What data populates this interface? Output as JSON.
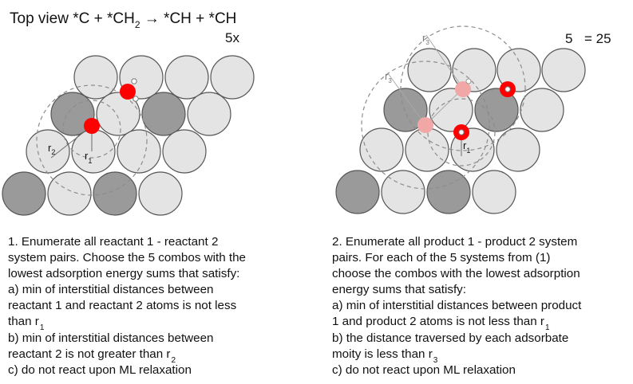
{
  "title": {
    "prefix": "Top view *C + *CH",
    "sub": "2",
    "suffix": " → *CH + *CH"
  },
  "multiplier_left": "5x",
  "multiplier_right": {
    "a": "5",
    "b": "= 25"
  },
  "labels": {
    "r1": "r",
    "r1_sub": "1",
    "r2": "r",
    "r2_sub": "2",
    "r3": "r",
    "r3_sub": "3"
  },
  "colors": {
    "light_atom": "#e4e4e4",
    "dark_atom": "#9a9a9a",
    "adsorbate_red": "#ff0000",
    "adsorbate_faded": "#f2a7a7"
  },
  "left_text": {
    "l1": "1. Enumerate all reactant 1 - reactant 2",
    "l2": "system pairs. Choose the 5 combos with the",
    "l3": "lowest adsorption energy sums that satisfy:",
    "l4": "a)  min of interstitial distances between",
    "l5": "reactant 1 and reactant 2 atoms is not less",
    "l6": "than r",
    "l6_sub": "1",
    "l7": "b) min of interstitial distances between",
    "l8": "reactant 2 is not greater than r",
    "l8_sub": "2",
    "l9": "c) do not react upon ML relaxation"
  },
  "right_text": {
    "l1": "2. Enumerate all product 1 - product 2 system",
    "l2": "pairs. For each of the 5 systems from (1)",
    "l3": "choose the combos with the lowest adsorption",
    "l4": "energy sums that satisfy:",
    "l5": "a) min of interstitial distances between product",
    "l6": "1 and product 2 atoms is not less than r",
    "l6_sub": "1",
    "l7": "b) the distance traversed by each adsorbate",
    "l8": "moity is less than r",
    "l8_sub": "3",
    "l9": "c) do not react upon ML relaxation"
  }
}
